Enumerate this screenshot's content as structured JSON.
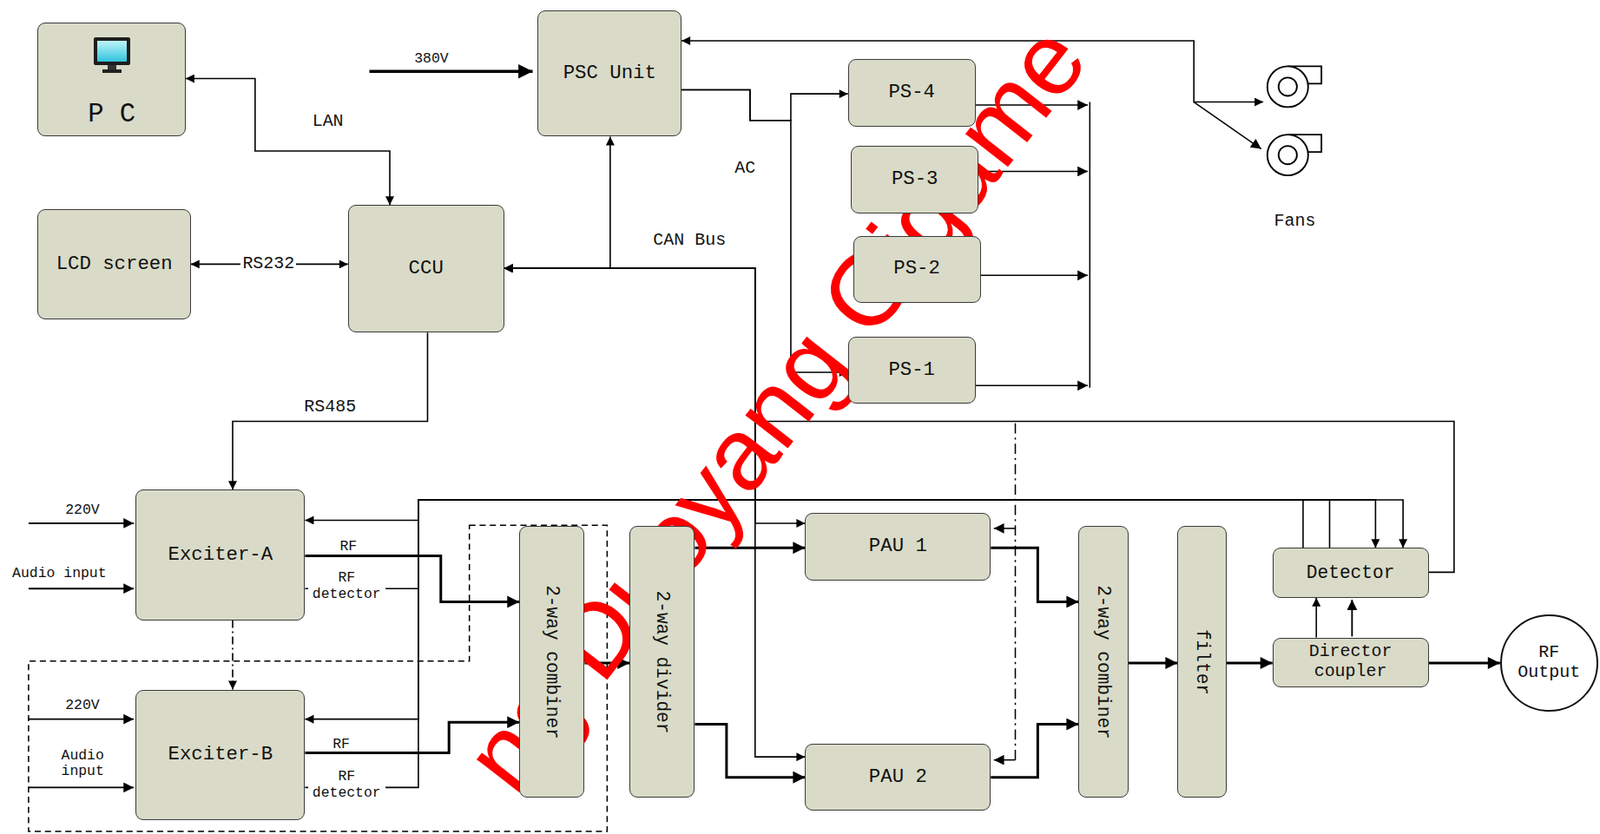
{
  "diagram": {
    "nodes": [
      {
        "text": [
          "P C"
        ]
      },
      {
        "text": [
          "PSC Unit"
        ]
      },
      {
        "text": [
          "PS-4"
        ]
      },
      {
        "text": [
          "Fans"
        ]
      },
      {
        "text": [
          "PS-3"
        ]
      },
      {
        "text": [
          "LCD screen"
        ]
      },
      {
        "text": [
          "CCU"
        ]
      },
      {
        "text": [
          "PS-2"
        ]
      },
      {
        "text": [
          "PS-1"
        ]
      },
      {
        "text": [
          "Exciter-A"
        ]
      },
      {
        "text": [
          "PAU 1"
        ]
      },
      {
        "text": [
          "2-way combiner"
        ]
      },
      {
        "text": [
          "2-way divider"
        ]
      },
      {
        "text": [
          "2-way combiner"
        ]
      },
      {
        "text": [
          "filter"
        ]
      },
      {
        "text": [
          "Detector"
        ]
      },
      {
        "text": [
          "Director coupler"
        ]
      },
      {
        "text": [
          "RF Output"
        ]
      },
      {
        "text": [
          "Exciter-B"
        ]
      },
      {
        "text": [
          "PAU 2"
        ]
      }
    ],
    "edges": [
      {
        "from": 0,
        "to": 6,
        "arrow": "both",
        "label": "LAN"
      },
      {
        "from": 5,
        "to": 6,
        "arrow": "both",
        "label": "RS232"
      },
      {
        "from": 6,
        "to": 1,
        "arrow": "both",
        "label": "CAN Bus"
      },
      {
        "from": 6,
        "to": 10,
        "arrow": "both"
      },
      {
        "from": 6,
        "to": 19,
        "arrow": "both"
      },
      {
        "from": 6,
        "to": 9,
        "arrow": "to",
        "label": "RS485"
      },
      {
        "from": 9,
        "to": 18,
        "arrow": "to"
      },
      {
        "from": 1,
        "to": 2,
        "arrow": "to",
        "label": "AC"
      },
      {
        "from": 1,
        "to": 8,
        "arrow": "to"
      },
      {
        "from": 1,
        "to": 3,
        "arrow": "both"
      },
      {
        "from": 9,
        "to": 11,
        "arrow": "to",
        "label": "RF"
      },
      {
        "from": 9,
        "to": 15,
        "arrow": "to",
        "label": "RF detector"
      },
      {
        "from": 15,
        "to": 9,
        "arrow": "to"
      },
      {
        "from": 18,
        "to": 11,
        "arrow": "to",
        "label": "RF"
      },
      {
        "from": 18,
        "to": 15,
        "arrow": "to",
        "label": "RF detector"
      },
      {
        "from": 15,
        "to": 18,
        "arrow": "to"
      },
      {
        "from": 11,
        "to": 12,
        "arrow": "to"
      },
      {
        "from": 12,
        "to": 10,
        "arrow": "to"
      },
      {
        "from": 12,
        "to": 19,
        "arrow": "to"
      },
      {
        "from": 10,
        "to": 13,
        "arrow": "to"
      },
      {
        "from": 19,
        "to": 13,
        "arrow": "to"
      },
      {
        "from": 13,
        "to": 14,
        "arrow": "to"
      },
      {
        "from": 14,
        "to": 16,
        "arrow": "to"
      },
      {
        "from": 16,
        "to": 17,
        "arrow": "to"
      },
      {
        "from": 16,
        "to": 15,
        "arrow": "to"
      },
      {
        "from": 15,
        "to": 6,
        "arrow": "to"
      }
    ],
    "labels": [
      "380V",
      "220V",
      "Audio input",
      "220V",
      "Audio input",
      "ng Duoyang Gigame"
    ]
  }
}
